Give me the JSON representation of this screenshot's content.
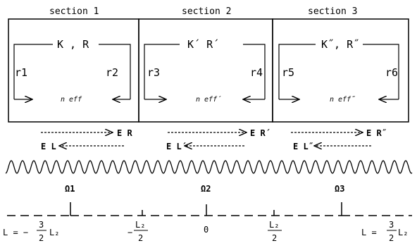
{
  "sections": [
    {
      "header": "section  1",
      "constants": "K , R",
      "left_mirror": "r1",
      "right_mirror": "r2",
      "index": "n eff"
    },
    {
      "header": "section  2",
      "constants": "K´    R´",
      "left_mirror": "r3",
      "right_mirror": "r4",
      "index": "n eff´"
    },
    {
      "header": "section  3",
      "constants": "K˝, R˝",
      "left_mirror": "r5",
      "right_mirror": "r6",
      "index": "n eff˝"
    }
  ],
  "fields": [
    {
      "forward": "E R",
      "backward": "E L"
    },
    {
      "forward": "E R´",
      "backward": "E L´"
    },
    {
      "forward": "E R˝",
      "backward": "E L˝"
    }
  ],
  "omegas": [
    "Ω1",
    "Ω2",
    "Ω3"
  ],
  "positions": {
    "left_prefix": "L = −",
    "left_num": "3",
    "left_den": "2",
    "left_suffix": "L₂",
    "minus_half": "−",
    "le_num": "L₂",
    "le_den": "2",
    "zero": "0",
    "le2_num": "L₂",
    "le2_den": "2",
    "right_prefix": "L = ",
    "right_num": "3",
    "right_den": "2",
    "right_suffix": "L₂"
  }
}
